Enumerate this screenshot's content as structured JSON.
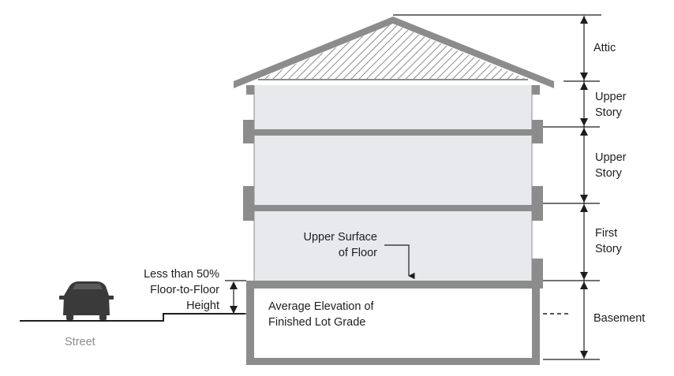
{
  "levels": {
    "attic": "Attic",
    "upper_story_1": [
      "Upper",
      "Story"
    ],
    "upper_story_2": [
      "Upper",
      "Story"
    ],
    "first_story": [
      "First",
      "Story"
    ],
    "basement": "Basement"
  },
  "annotations": {
    "upper_surface_of_floor": [
      "Upper Surface",
      "of Floor"
    ],
    "less_than_50": [
      "Less than 50%",
      "Floor-to-Floor",
      "Height"
    ],
    "average_elevation": [
      "Average Elevation of",
      "Finished Lot Grade"
    ],
    "street": "Street"
  },
  "colors": {
    "wall": "#8c8c8c",
    "interior": "#e7e9ec",
    "text": "#1e1e1e",
    "street_text": "#8c8c8c",
    "car": "#3a3a3a",
    "line": "#333333"
  },
  "icons": {
    "car": "car-icon"
  }
}
